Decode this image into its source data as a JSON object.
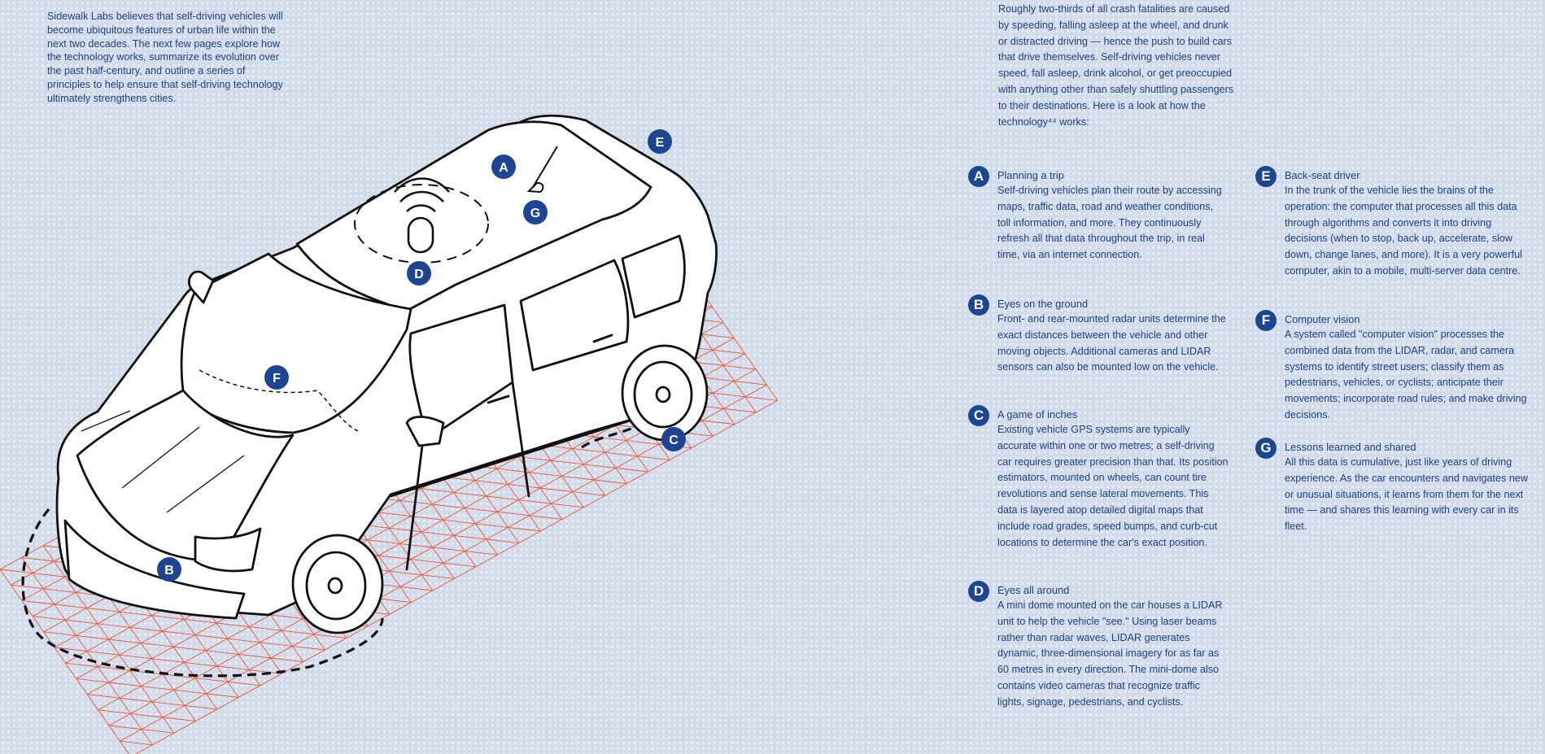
{
  "intro": "Sidewalk Labs believes that self-driving vehicles will become ubiquitous features of urban life within the next two decades. The next few pages explore how the technology works, summarize its evolution over the past half-century, and outline a series of principles to help ensure that self-driving technology ultimately strengthens cities.",
  "lead": "Roughly two-thirds of all crash fatalities are caused by speeding, falling asleep at the wheel, and drunk or distracted driving — hence the push to build cars that drive themselves. Self-driving vehicles never speed, fall asleep, drink alcohol, or get preoccupied with anything other than safely shuttling passengers to their destinations. Here is a look at how the technology⁴⁴ works:",
  "items": [
    {
      "letter": "A",
      "title": "Planning a trip",
      "body": "Self-driving vehicles plan their route by accessing maps, traffic data, road and weather conditions, toll information, and more. They continuously refresh all that data throughout the trip, in real time, via an internet connection."
    },
    {
      "letter": "B",
      "title": "Eyes on the ground",
      "body": "Front- and rear-mounted radar units determine the exact distances between the vehicle and other moving objects. Additional cameras and LIDAR sensors can also be mounted low on the vehicle."
    },
    {
      "letter": "C",
      "title": "A game of inches",
      "body": "Existing vehicle GPS systems are typically accurate within one or two metres; a self-driving car requires greater precision than that. Its position estimators, mounted on wheels, can count tire revolutions and sense lateral movements. This data is layered atop detailed digital maps that include road grades, speed bumps, and curb-cut locations to determine the car's exact position."
    },
    {
      "letter": "D",
      "title": "Eyes all around",
      "body": "A mini dome mounted on the car houses a LIDAR unit to help the vehicle \"see.\" Using laser beams rather than radar waves, LIDAR generates dynamic, three-dimensional imagery for as far as 60 metres in every direction. The mini-dome also contains video cameras that recognize traffic lights, signage, pedestrians, and cyclists."
    },
    {
      "letter": "E",
      "title": "Back-seat driver",
      "body": "In the trunk of the vehicle lies the brains of the operation: the computer that processes all this data through algorithms and converts it into driving decisions (when to stop, back up, accelerate, slow down, change lanes, and more). It is a very powerful computer, akin to a mobile, multi-server data centre."
    },
    {
      "letter": "F",
      "title": "Computer vision",
      "body": "A system called \"computer vision\" processes the combined data from the LIDAR, radar, and camera systems to identify street users; classify them as pedestrians, vehicles, or cyclists; anticipate their movements; incorporate road rules; and make driving decisions."
    },
    {
      "letter": "G",
      "title": "Lessons learned and shared",
      "body": "All this data is cumulative, just like years of driving experience. As the car encounters and navigates new or unusual situations, it learns from them for the next time — and shares this learning with every car in its fleet."
    }
  ],
  "markers": [
    "A",
    "B",
    "C",
    "D",
    "E",
    "F",
    "G"
  ],
  "colors": {
    "text": "#1e3f86",
    "badge": "#1d4592",
    "grid": "#e8563a",
    "background": "#d3dcea"
  }
}
